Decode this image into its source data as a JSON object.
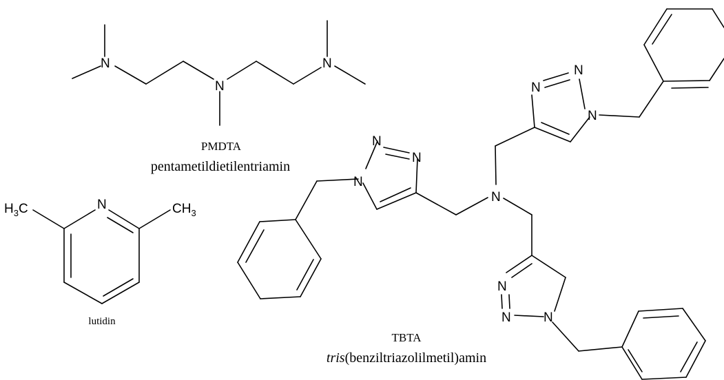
{
  "atoms": {
    "N": "N",
    "C": "C",
    "H3": "H",
    "sub3": "3"
  },
  "pmdta": {
    "abbr": "PMDTA",
    "name": "pentametildietilentriamin"
  },
  "lutidine": {
    "name": "lutidin"
  },
  "tbta": {
    "abbr": "TBTA",
    "name_prefix": "tris",
    "name_rest": "(benziltriazolilmetil)amin"
  }
}
